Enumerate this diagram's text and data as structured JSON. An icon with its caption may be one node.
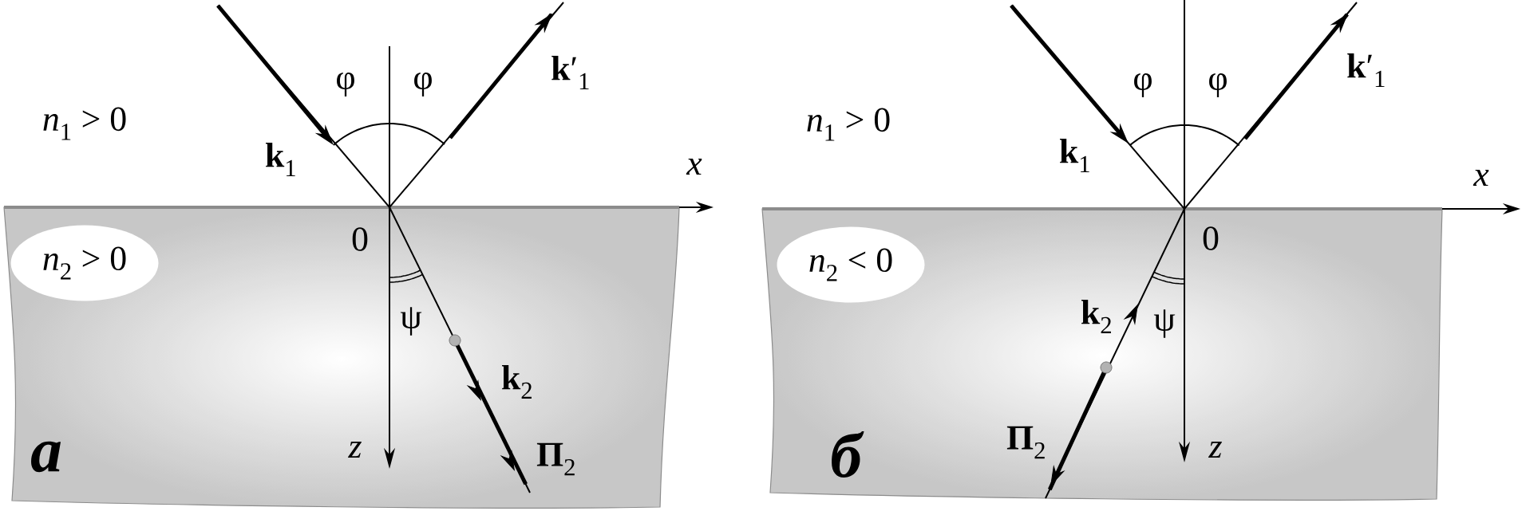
{
  "diagram": {
    "nodes": [
      {
        "text": [
          "*n*$_{2}$ > 0"
        ]
      },
      {
        "text": [
          "*n*$_{2}$ < 0"
        ]
      }
    ],
    "labels": [
      "φ",
      "φ",
      "**k**′$_{1}$",
      "*n*$_{1}$ > 0",
      "**k**$_{1}$",
      "x",
      "0",
      "ψ",
      "**k**$_{2}$",
      "z",
      "**Π**$_{2}$",
      "а",
      "φ",
      "φ",
      "**k**′$_{1}$",
      "*n*$_{1}$ > 0",
      "**k**$_{1}$",
      "x",
      "0",
      "ψ",
      "**k**$_{2}$",
      "**Π**$_{2}$",
      "z",
      "б"
    ]
  }
}
